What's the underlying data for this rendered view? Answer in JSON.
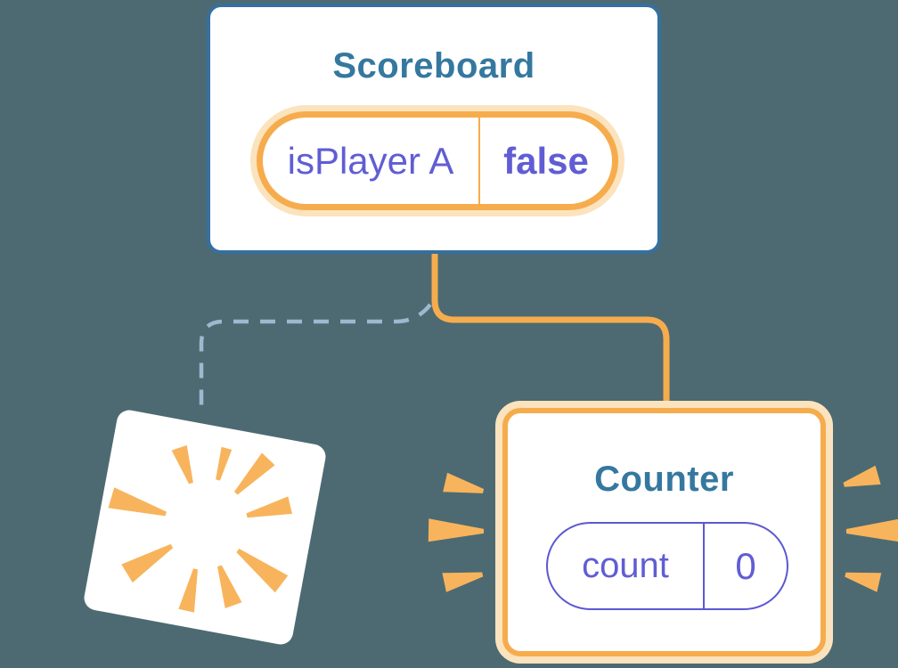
{
  "colors": {
    "background": "#4d6a72",
    "card_border": "#35709e",
    "heading": "#35789f",
    "orange": "#f6ac4d",
    "orange_glow": "#fbe3bd",
    "burst": "#f8b45c",
    "purple": "#605dd4",
    "dashed_line": "#9db9cf",
    "card_bg": "#ffffff",
    "pill_border_purple": "#5b58d3"
  },
  "scoreboard": {
    "title": "Scoreboard",
    "pill": {
      "label": "isPlayer A",
      "value": "false"
    }
  },
  "counter": {
    "title": "Counter",
    "pill": {
      "label": "count",
      "value": "0"
    }
  }
}
